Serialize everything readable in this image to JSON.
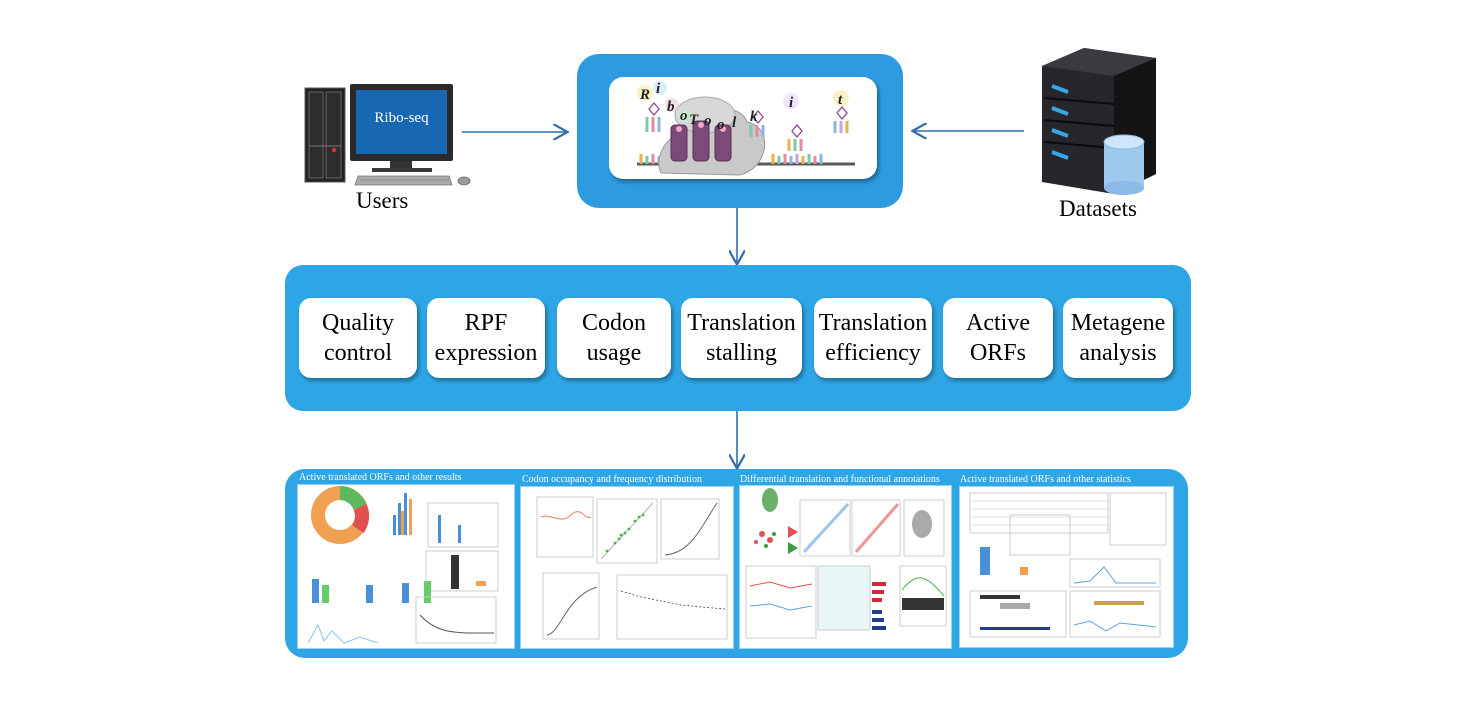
{
  "users": {
    "label": "Users",
    "monitor_text": "Ribo-seq"
  },
  "datasets": {
    "label": "Datasets"
  },
  "logo": {
    "letters": [
      "R",
      "i",
      "b",
      "o",
      "T",
      "o",
      "o",
      "l",
      "k",
      "i",
      "t"
    ]
  },
  "modules": [
    {
      "line1": "Quality",
      "line2": "control"
    },
    {
      "line1": "RPF",
      "line2": "expression"
    },
    {
      "line1": "Codon",
      "line2": "usage"
    },
    {
      "line1": "Translation",
      "line2": "stalling"
    },
    {
      "line1": "Translation",
      "line2": "efficiency"
    },
    {
      "line1": "Active",
      "line2": "ORFs"
    },
    {
      "line1": "Metagene",
      "line2": "analysis"
    }
  ],
  "results": [
    {
      "title": "Active translated ORFs and other results"
    },
    {
      "title": "Codon occupancy and frequency distribution"
    },
    {
      "title": "Differential translation and functional annotations"
    },
    {
      "title": "Active translated ORFs and other statistics"
    }
  ],
  "colors": {
    "panel_blue": "#2ea6e6",
    "logo_panel_blue": "#2e9be0",
    "arrow": "#2f6fb0",
    "server_dark": "#1e1e22",
    "server_led": "#34a6e8",
    "database": "#9ec9ee"
  }
}
